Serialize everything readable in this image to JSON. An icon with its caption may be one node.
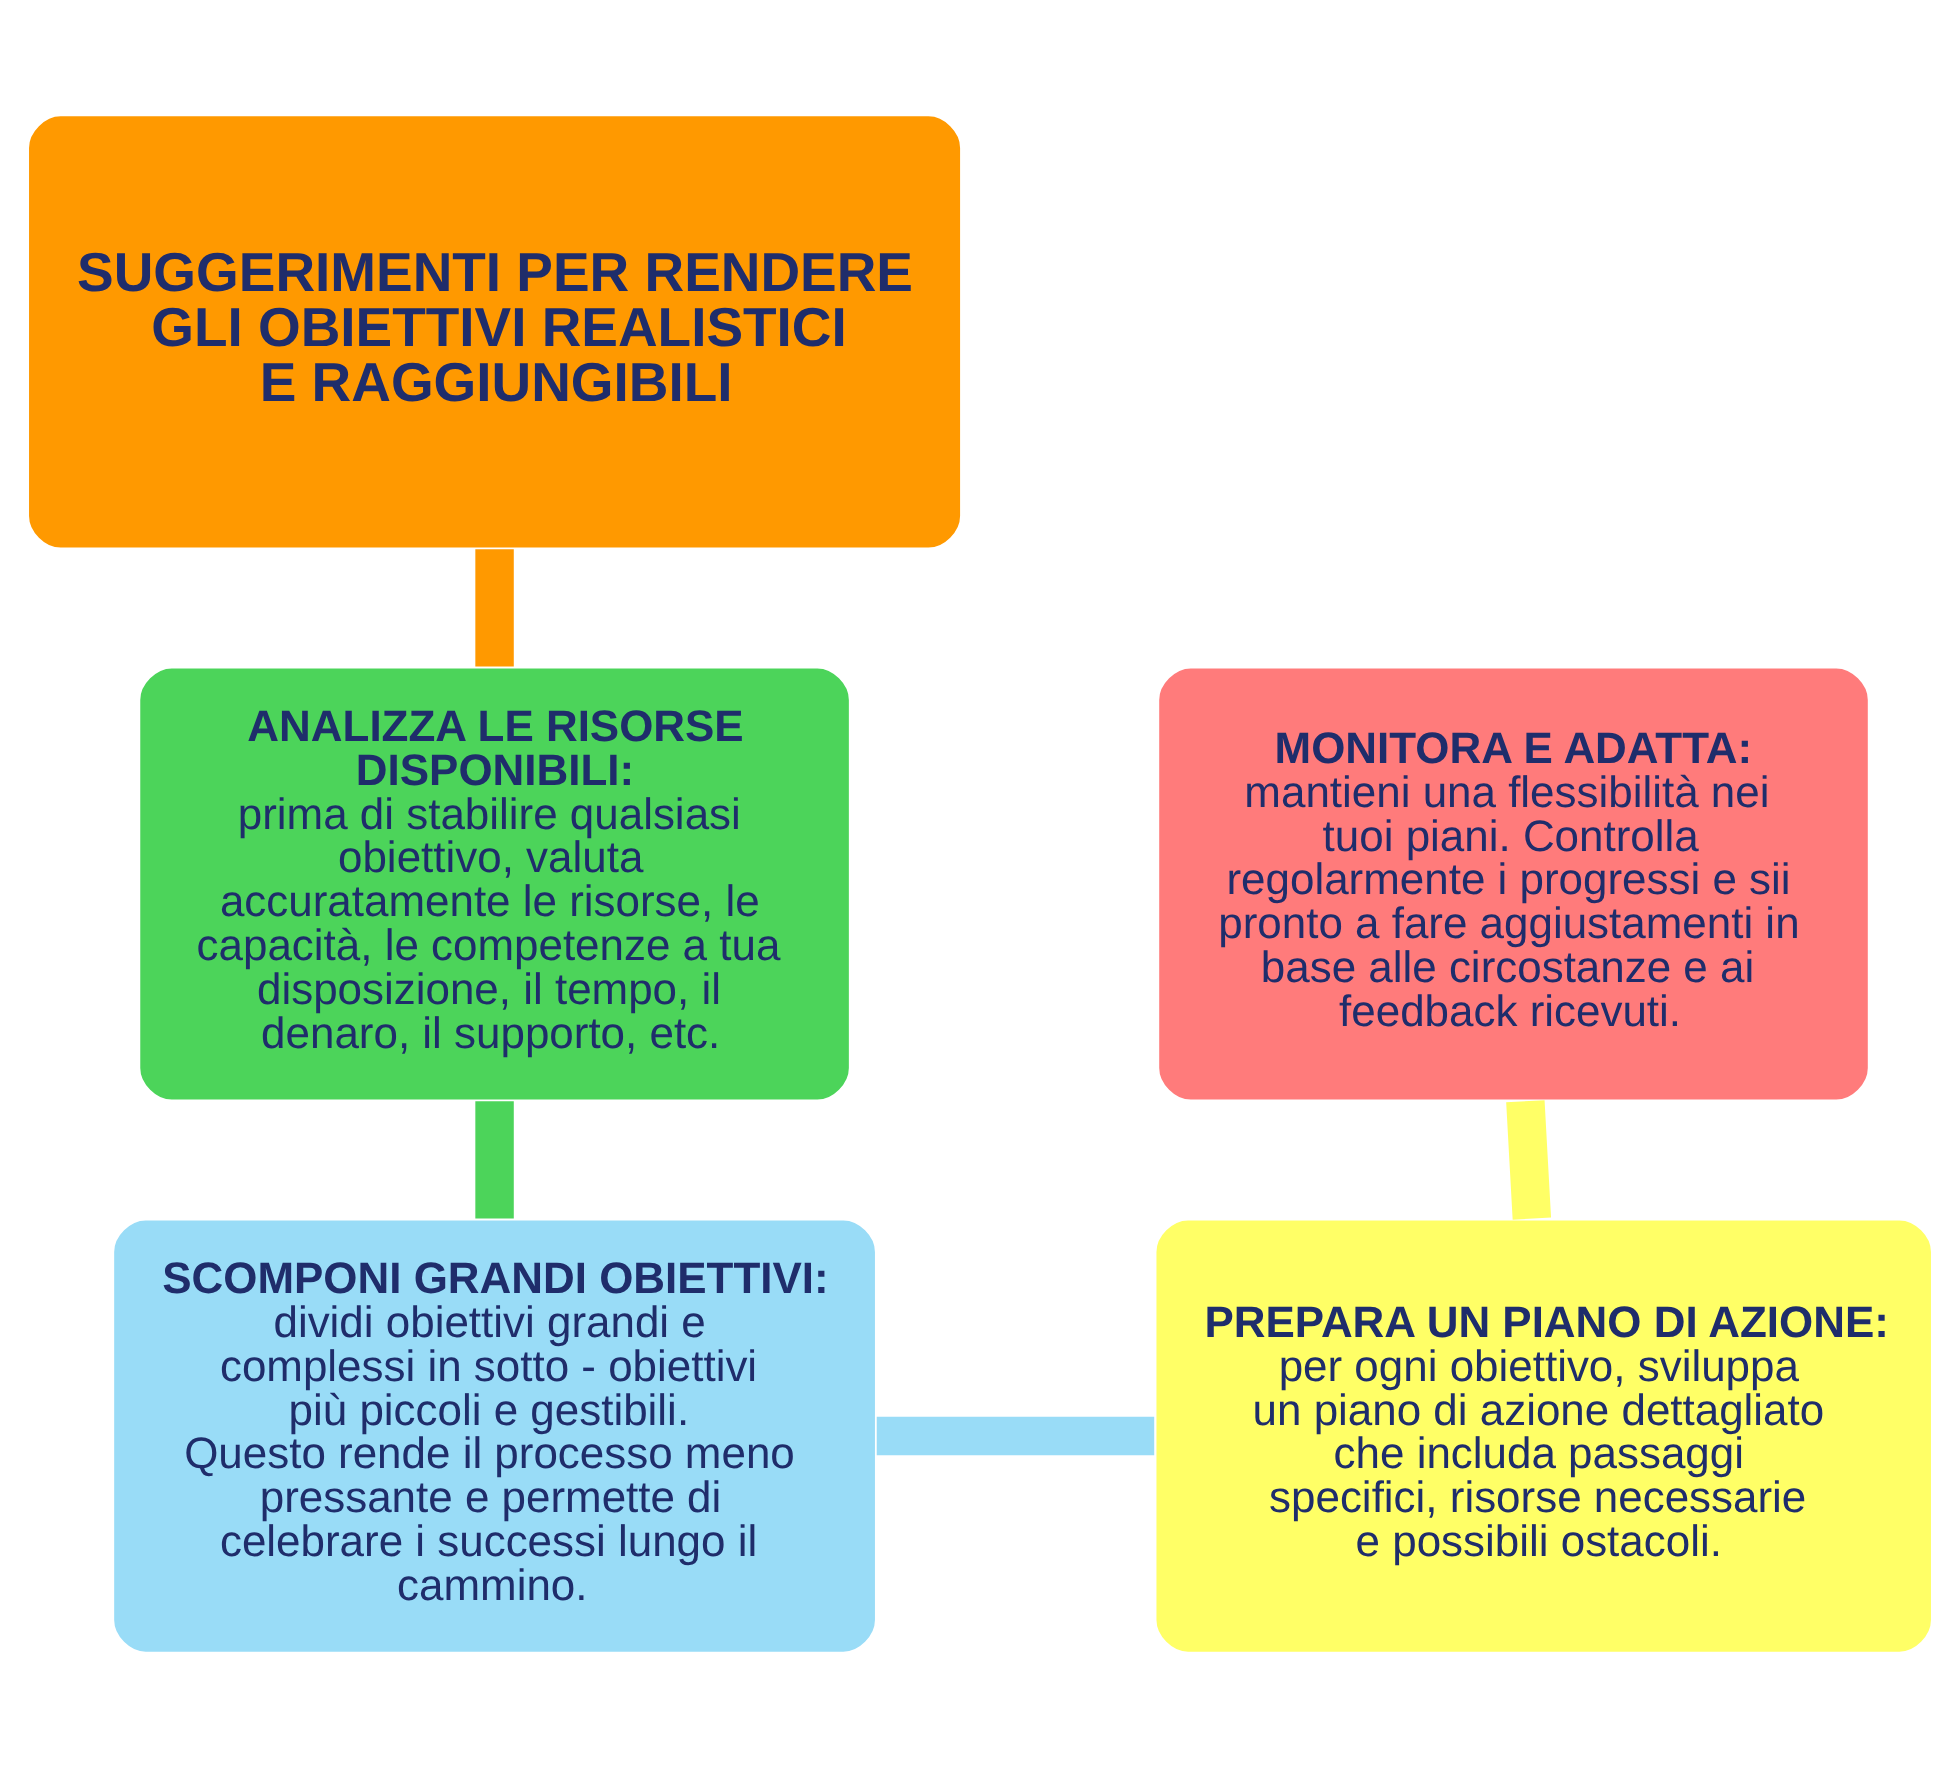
{
  "diagram": {
    "nodes": [
      {
        "text": [
          "SUGGERIMENTI PER RENDERE GLI OBIETTIVI REALISTICI E RAGGIUNGIBILI"
        ]
      },
      {
        "text": [
          "ANALIZZA LE RISORSE DISPONIBILI:",
          "prima di stabilire qualsiasi obiettivo, valuta accuratamente le risorse, le capacità, le competenze a tua disposizione, il tempo, il denaro, il supporto, etc."
        ]
      },
      {
        "text": [
          "SCOMPONI GRANDI OBIETTIVI:",
          "dividi obiettivi grandi e complessi in sotto - obiettivi più piccoli e gestibili. Questo rende il processo meno pressante e permette di celebrare i successi lungo il cammino."
        ]
      },
      {
        "text": [
          "PREPARA UN PIANO DI AZIONE:",
          "per ogni obiettivo, sviluppa un piano di azione dettagliato che includa passaggi specifici, risorse necessarie e possibili ostacoli."
        ]
      },
      {
        "text": [
          "MONITORA E ADATTA:",
          "mantieni una flessibilità nei tuoi piani. Controlla regolarmente i progressi e sii pronto a fare aggiustamenti in base alle circostanze e ai feedback ricevuti."
        ]
      }
    ],
    "edges": [
      {
        "from": 0,
        "to": 1,
        "arrow": "none",
        "color": "#ff9900"
      },
      {
        "from": 1,
        "to": 2,
        "arrow": "none",
        "color": "#4cd45a"
      },
      {
        "from": 2,
        "to": 3,
        "arrow": "none",
        "color": "#99dcf7"
      },
      {
        "from": 3,
        "to": 4,
        "arrow": "none",
        "color": "#ffff66"
      }
    ]
  }
}
